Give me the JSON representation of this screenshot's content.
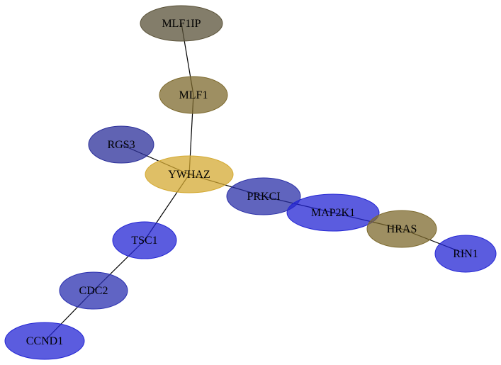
{
  "nodes": [
    {
      "id": "MLF1IP",
      "label": "MLF1IP",
      "color": "#5a5238"
    },
    {
      "id": "MLF1",
      "label": "MLF1",
      "color": "#7d6a2e"
    },
    {
      "id": "RGS3",
      "label": "RGS3",
      "color": "#2b2f9a"
    },
    {
      "id": "YWHAZ",
      "label": "YWHAZ",
      "color": "#d4aa33"
    },
    {
      "id": "PRKCI",
      "label": "PRKCI",
      "color": "#2b30a8"
    },
    {
      "id": "MAP2K1",
      "label": "MAP2K1",
      "color": "#2426d4"
    },
    {
      "id": "HRAS",
      "label": "HRAS",
      "color": "#7d6a2e"
    },
    {
      "id": "RIN1",
      "label": "RIN1",
      "color": "#2426d4"
    },
    {
      "id": "TSC1",
      "label": "TSC1",
      "color": "#2426d4"
    },
    {
      "id": "CDC2",
      "label": "CDC2",
      "color": "#2b30b0"
    },
    {
      "id": "CCND1",
      "label": "CCND1",
      "color": "#2426d4"
    }
  ],
  "edges": [
    {
      "source": "MLF1IP",
      "target": "MLF1"
    },
    {
      "source": "MLF1",
      "target": "YWHAZ"
    },
    {
      "source": "RGS3",
      "target": "YWHAZ"
    },
    {
      "source": "YWHAZ",
      "target": "PRKCI"
    },
    {
      "source": "YWHAZ",
      "target": "TSC1"
    },
    {
      "source": "PRKCI",
      "target": "MAP2K1"
    },
    {
      "source": "MAP2K1",
      "target": "HRAS"
    },
    {
      "source": "HRAS",
      "target": "RIN1"
    },
    {
      "source": "TSC1",
      "target": "CDC2"
    },
    {
      "source": "CDC2",
      "target": "CCND1"
    }
  ]
}
